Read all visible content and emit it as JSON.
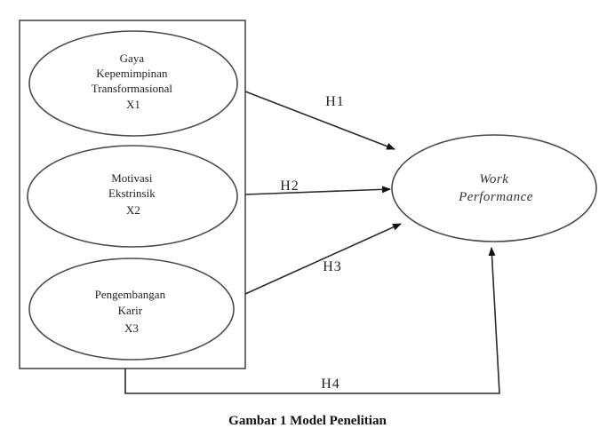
{
  "diagram": {
    "nodes": [
      {
        "id": "x1",
        "lines": [
          "Gaya",
          "Kepemimpinan",
          "Transformasional",
          "X1"
        ]
      },
      {
        "id": "x2",
        "lines": [
          "Motivasi",
          "Ekstrinsik",
          "X2"
        ]
      },
      {
        "id": "x3",
        "lines": [
          "Pengembangan",
          "Karir",
          "X3"
        ]
      },
      {
        "id": "y",
        "lines": [
          "Work",
          "Performance"
        ]
      }
    ],
    "edges": [
      {
        "id": "h1",
        "label": "H1",
        "from": "x1",
        "to": "y"
      },
      {
        "id": "h2",
        "label": "H2",
        "from": "x2",
        "to": "y"
      },
      {
        "id": "h3",
        "label": "H3",
        "from": "x3",
        "to": "y"
      },
      {
        "id": "h4",
        "label": "H4",
        "from": "x1-x2-x3 group",
        "to": "y"
      }
    ]
  },
  "caption": "Gambar 1 Model Penelitian"
}
